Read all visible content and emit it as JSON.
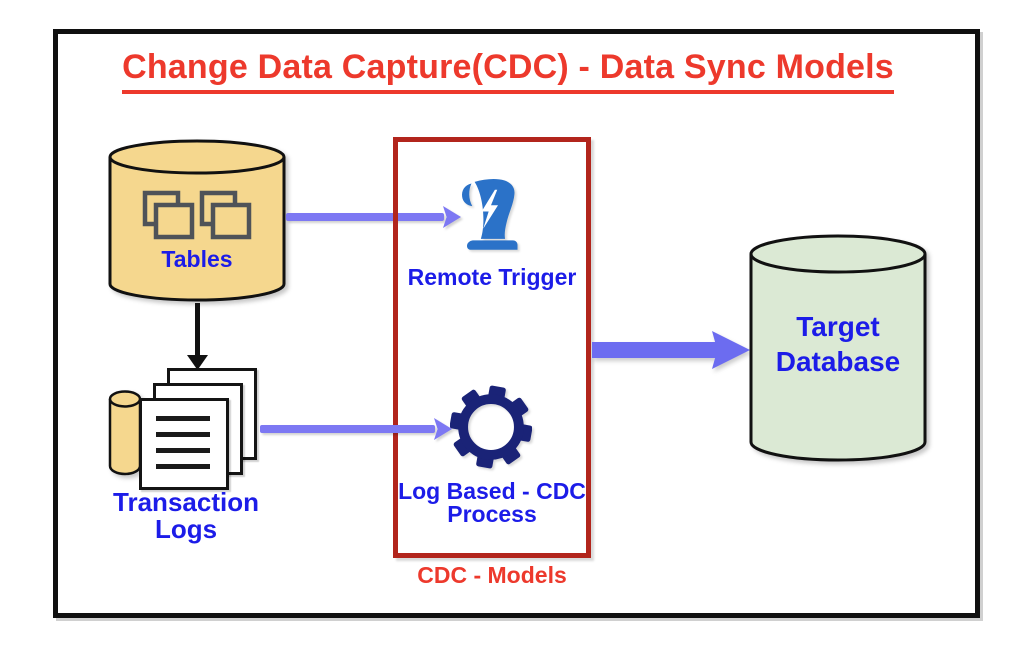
{
  "title": "Change Data Capture(CDC) - Data Sync Models",
  "nodes": {
    "tables": {
      "label": "Tables",
      "icon": "tables-icon",
      "shape": "cylinder"
    },
    "transaction_logs": {
      "label": "Transaction\nLogs",
      "icon": "document-stack-icon"
    },
    "remote_trigger": {
      "label": "Remote Trigger",
      "icon": "trigger-scroll-icon"
    },
    "log_based_cdc": {
      "label": "Log Based - CDC\nProcess",
      "icon": "gear-icon"
    },
    "cdc_models_box": {
      "label": "CDC - Models"
    },
    "target_database": {
      "label": "Target\nDatabase",
      "shape": "cylinder"
    }
  },
  "edges": [
    {
      "from": "tables",
      "to": "remote_trigger",
      "color": "#7D78F3"
    },
    {
      "from": "tables",
      "to": "transaction_logs",
      "color": "#111111"
    },
    {
      "from": "transaction_logs",
      "to": "log_based_cdc",
      "color": "#7D78F3"
    },
    {
      "from": "cdc_models_box",
      "to": "target_database",
      "color": "#6C6CF0"
    }
  ],
  "colors": {
    "title_red": "#ED392C",
    "cdc_box_red": "#B2251C",
    "label_blue": "#1C1CE8",
    "arrow_purple": "#7D78F3",
    "big_arrow_purple": "#6C6CF0",
    "source_db_fill": "#F5D78E",
    "target_db_fill": "#DBE9D4",
    "scroll_blue": "#2B72C8",
    "gear_navy": "#1A2377",
    "frame_black": "#101010"
  }
}
